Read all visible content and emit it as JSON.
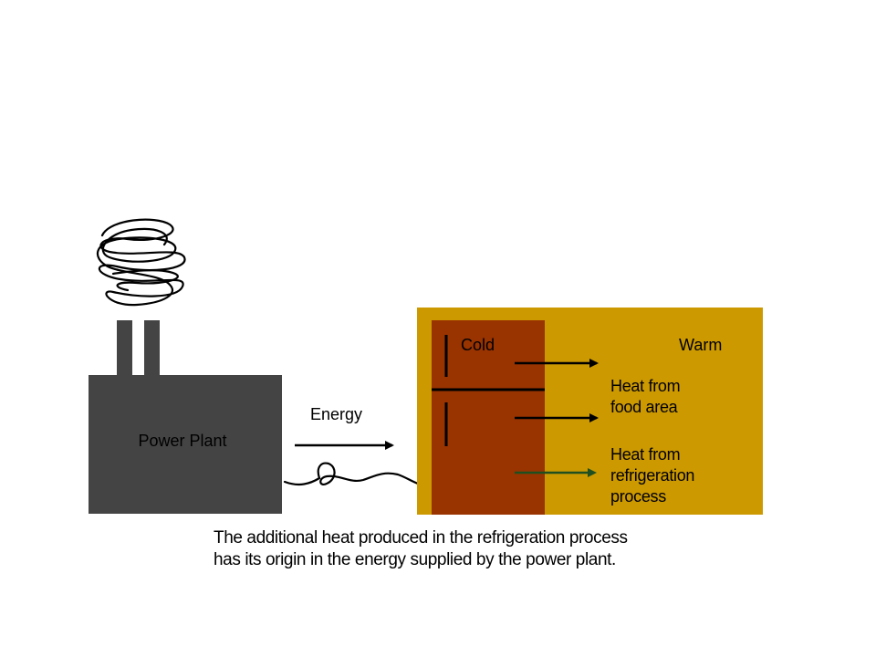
{
  "power_plant": {
    "label": "Power Plant"
  },
  "energy": {
    "label": "Energy"
  },
  "refrigerator": {
    "cold_label": "Cold",
    "warm_label": "Warm"
  },
  "heat_flows": [
    {
      "lines": [
        "Heat from",
        "food area"
      ]
    },
    {
      "lines": [
        "Heat from",
        "refrigeration",
        "process"
      ]
    }
  ],
  "caption": {
    "lines": [
      "The additional heat produced in the refrigeration process",
      "has its origin in the energy supplied by the power plant."
    ]
  },
  "colors": {
    "plant_fill": "#444444",
    "warm_area": "#cc9900",
    "fridge_body": "#993300",
    "arrow_black": "#000000",
    "arrow_green": "#1f4f1f"
  },
  "icons": {
    "smoke": "smoke-scribble-icon",
    "wire": "power-wire-icon"
  }
}
